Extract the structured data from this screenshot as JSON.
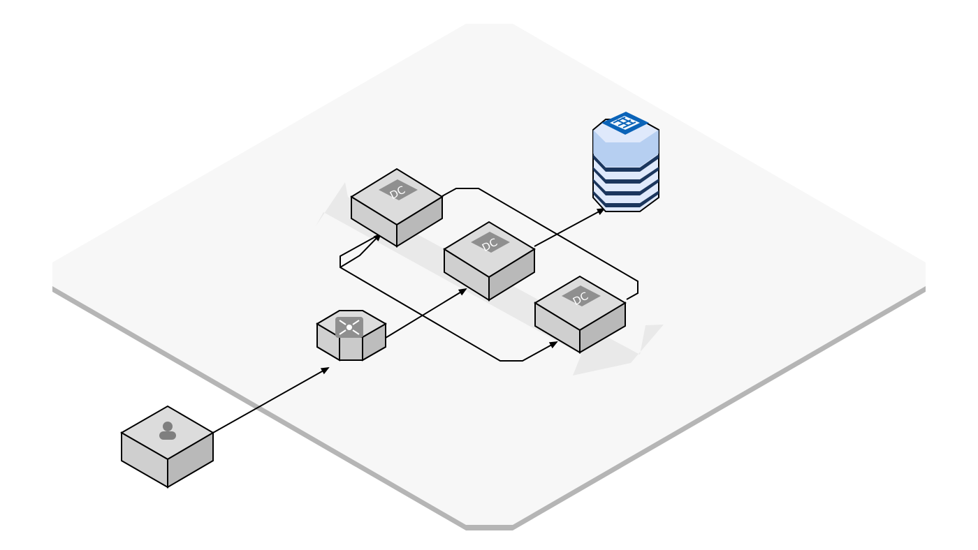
{
  "diagram": {
    "nodes": {
      "user": {
        "label": "",
        "icon": "user-icon"
      },
      "load_balancer": {
        "label": "",
        "icon": "load-balancer-icon"
      },
      "datacenter_1": {
        "label": "DC",
        "icon": "datacenter-badge"
      },
      "datacenter_2": {
        "label": "DC",
        "icon": "datacenter-badge"
      },
      "datacenter_3": {
        "label": "DC",
        "icon": "datacenter-badge"
      },
      "database": {
        "label": "",
        "icon": "database-table-icon"
      }
    },
    "connectors": [
      {
        "from": "user",
        "to": "load_balancer"
      },
      {
        "from": "load_balancer",
        "to": "datacenter_2"
      },
      {
        "from": "datacenter_2",
        "to": "database"
      },
      {
        "from": "datacenter_3",
        "to": "datacenter_1"
      },
      {
        "from": "datacenter_1",
        "to": "datacenter_3"
      }
    ],
    "colors": {
      "platform_top": "#f7f7f7",
      "platform_edge": "#b5b5b5",
      "box_top": "#dcdcdc",
      "box_left": "#cfcfcf",
      "box_right": "#b9b9b9",
      "badge": "#8f8f8f",
      "db_blue": "#a8c5ee",
      "db_dark": "#1b365d",
      "db_icon": "#0a63b8",
      "flow_arrow": "#e6e6e6"
    }
  }
}
